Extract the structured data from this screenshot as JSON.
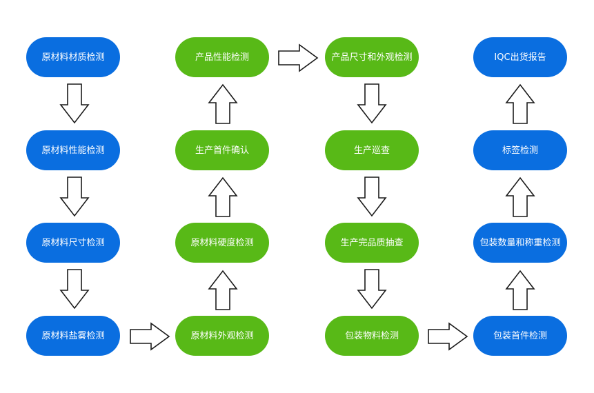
{
  "colors": {
    "blue": "#0a6ee0",
    "green": "#58b917",
    "text": "#ffffff",
    "arrow_stroke": "#1a1a1a",
    "arrow_fill": "#ffffff"
  },
  "nodes": {
    "raw_material_check": "原材料材质检测",
    "raw_performance_check": "原材料性能检测",
    "raw_dimension_check": "原材料尺寸检测",
    "raw_salt_spray_check": "原材料盐雾检测",
    "raw_appearance_check": "原材料外观检测",
    "raw_hardness_check": "原材料硬度检测",
    "first_piece_confirm": "生产首件确认",
    "product_performance_check": "产品性能检测",
    "product_dimension_appearance_check": "产品尺寸和外观检测",
    "production_patrol": "生产巡查",
    "finished_quality_sampling": "生产完品质抽查",
    "packaging_material_check": "包装物料检测",
    "packaging_first_piece_check": "包装首件检测",
    "packaging_quantity_weight_check": "包装数量和称重检测",
    "label_check": "标签检测",
    "iqc_shipment_report": "IQC出货报告"
  }
}
